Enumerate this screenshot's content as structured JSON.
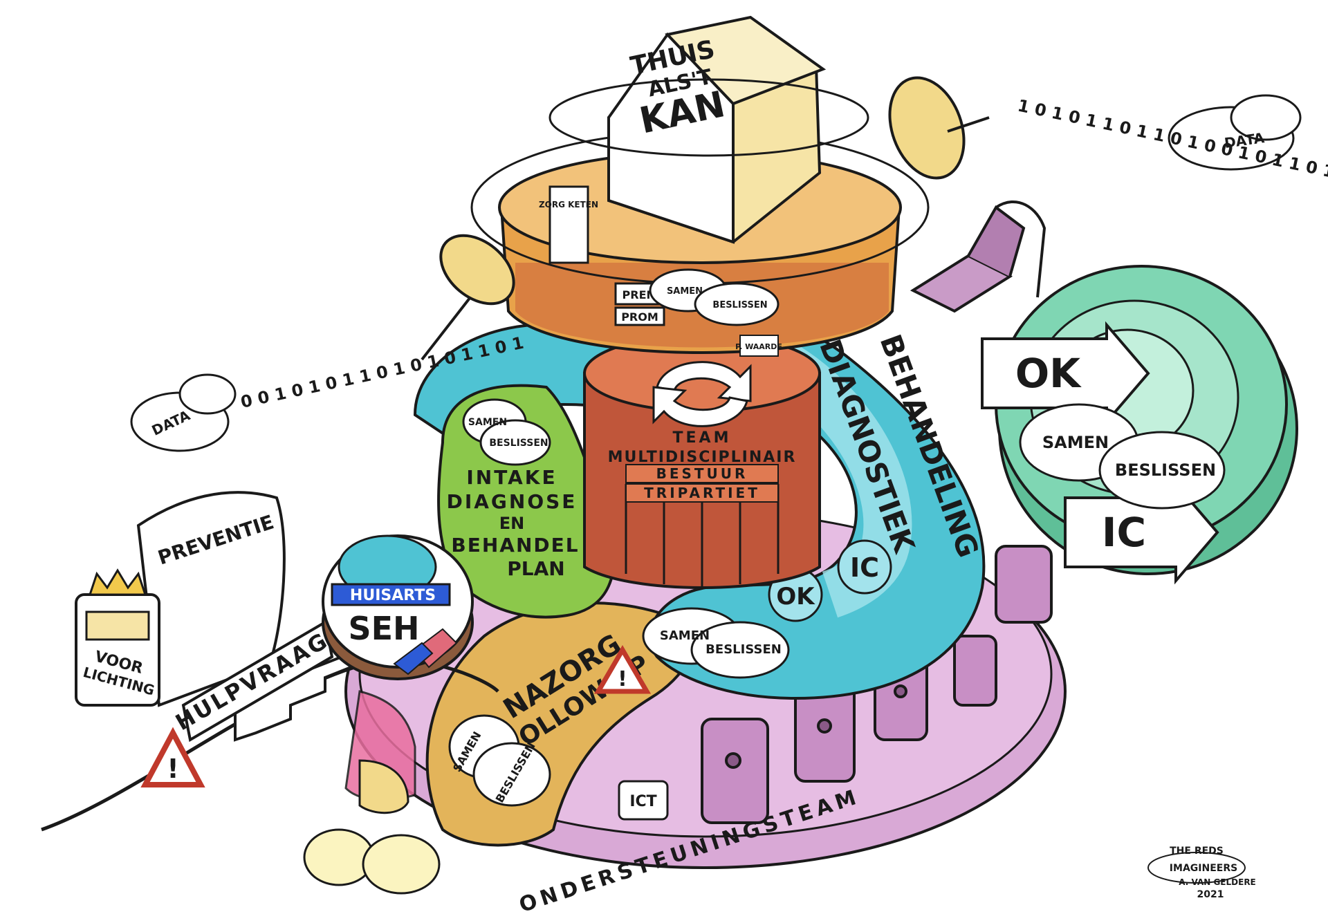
{
  "colors": {
    "teal": "#4fc3d3",
    "green": "#8cc84b",
    "mint": "#7fd6b3",
    "lilac": "#d9a9d6",
    "orange": "#e8a24a",
    "brick": "#c0563a",
    "gold": "#e3b45a",
    "cream": "#f6e4a6",
    "ink": "#1a1a1a"
  },
  "house": {
    "line1": "THUIS",
    "line2": "ALS'T",
    "line3": "KAN"
  },
  "data_clouds": {
    "left": "DATA",
    "right": "DATA"
  },
  "binary": {
    "left": "0 0 1 0 1 0 1 1 0 1 0 1 0 1 1 0 1",
    "right": "1 0 1 0 1 1 0 1 1 0 1 0 0 1 0 1 1 0 1"
  },
  "top_room": {
    "zorgketen": "ZORG KETEN",
    "prem": "PREM",
    "prom": "PROM",
    "samen": "SAMEN",
    "beslissen": "BESLISSEN",
    "waarde": "P. WAARDE"
  },
  "tower": {
    "team": "TEAM",
    "multidisciplinair": "MULTIDISCIPLINAIR",
    "bestuur": "BESTUUR",
    "tripartiet": "TRIPARTIET"
  },
  "green_petal": {
    "samen": "SAMEN",
    "beslissen": "BESLISSEN",
    "line1": "INTAKE",
    "line2": "DIAGNOSE",
    "line3": "EN",
    "line4": "BEHANDEL",
    "line5": "PLAN"
  },
  "teal_ring": {
    "behandeling": "BEHANDELING",
    "diagnostiek": "DIAGNOSTIEK",
    "ic": "IC",
    "ok": "OK",
    "samen": "SAMEN",
    "beslissen": "BESLISSEN"
  },
  "right_disc": {
    "ok": "OK",
    "ic": "IC",
    "samen": "SAMEN",
    "beslissen": "BESLISSEN"
  },
  "nazorg": {
    "line1": "NAZORG",
    "line2": "FOLLOW UP",
    "samen": "SAMEN",
    "beslissen": "BESLISSEN"
  },
  "base": {
    "label": "ONDERSTEUNINGSTEAM",
    "ict": "ICT"
  },
  "left_path": {
    "preventie": "PREVENTIE",
    "voorlichting_1": "VOOR",
    "voorlichting_2": "LICHTING",
    "hulpvraag": "HULPVRAAG",
    "huisarts": "HUISARTS",
    "seh": "SEH"
  },
  "signature": {
    "line1": "THE REDS",
    "line2": "IMAGINEERS",
    "line3": "A. VAN GELDERE",
    "line4": "2021"
  }
}
